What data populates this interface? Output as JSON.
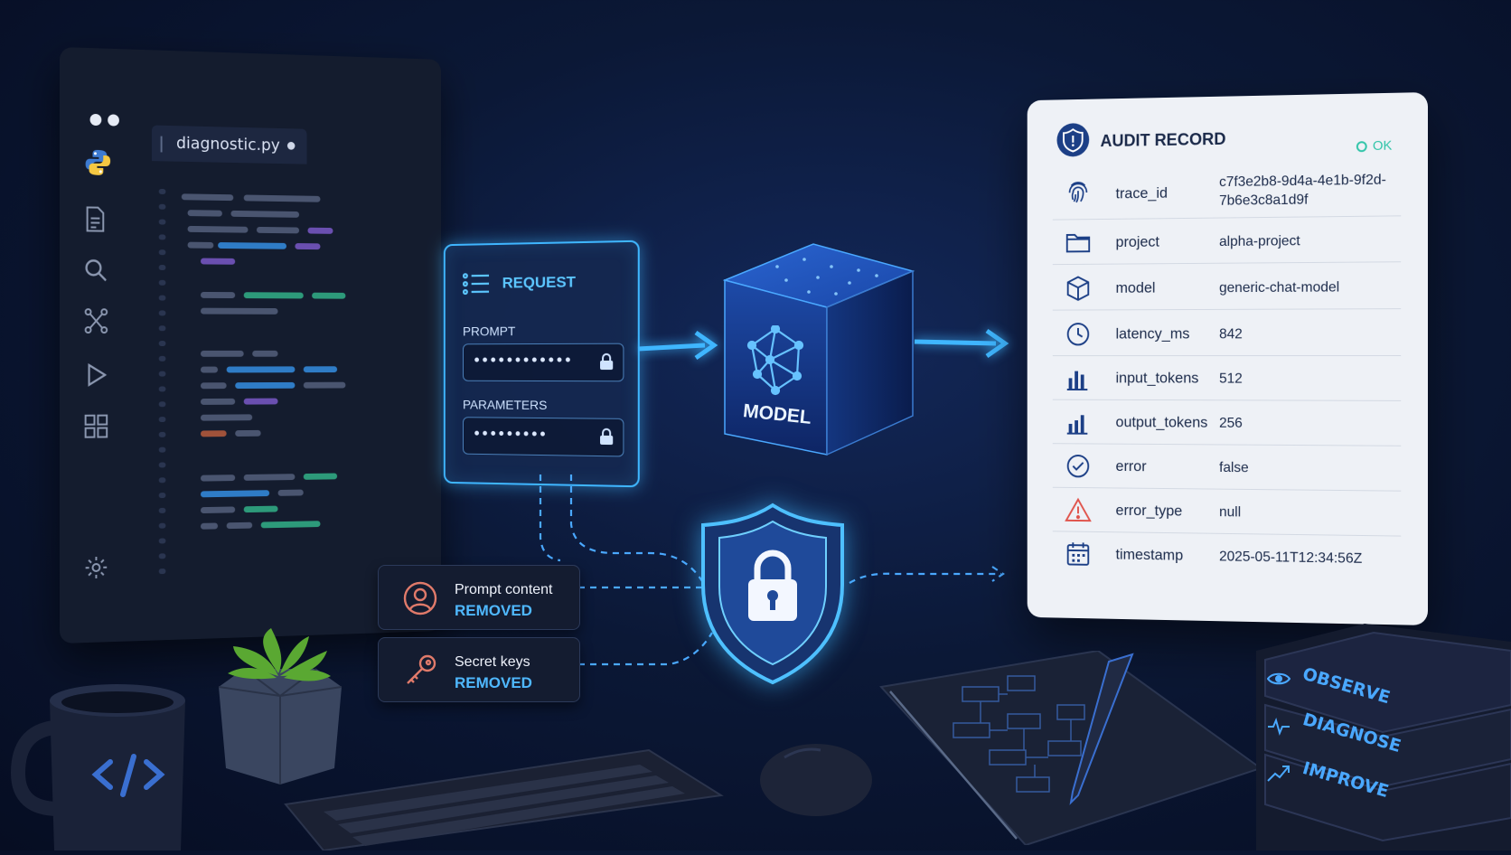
{
  "editor": {
    "tab_label": "diagnostic.py",
    "side_icons": [
      "python-logo-icon",
      "file-icon",
      "search-icon",
      "source-control-icon",
      "run-icon",
      "extensions-icon",
      "settings-icon"
    ]
  },
  "request": {
    "title": "REQUEST",
    "prompt_label": "PROMPT",
    "prompt_value": "••••••••••••",
    "parameters_label": "PARAMETERS",
    "parameters_value": "•••••••••"
  },
  "model": {
    "label": "MODEL"
  },
  "removed": [
    {
      "title": "Prompt content",
      "state": "REMOVED",
      "icon": "user-icon"
    },
    {
      "title": "Secret keys",
      "state": "REMOVED",
      "icon": "key-icon"
    }
  ],
  "audit": {
    "title": "AUDIT RECORD",
    "status": "OK",
    "rows": [
      {
        "key": "trace_id",
        "value": "c7f3e2b8-9d4a-4e1b-9f2d-7b6e3c8a1d9f",
        "icon": "fingerprint-icon"
      },
      {
        "key": "project",
        "value": "alpha-project",
        "icon": "folder-icon"
      },
      {
        "key": "model",
        "value": "generic-chat-model",
        "icon": "cube-icon"
      },
      {
        "key": "latency_ms",
        "value": "842",
        "icon": "clock-icon"
      },
      {
        "key": "input_tokens",
        "value": "512",
        "icon": "bar-chart-icon"
      },
      {
        "key": "output_tokens",
        "value": "256",
        "icon": "bar-chart-icon"
      },
      {
        "key": "error",
        "value": "false",
        "icon": "check-circle-icon"
      },
      {
        "key": "error_type",
        "value": "null",
        "icon": "warning-icon"
      },
      {
        "key": "timestamp",
        "value": "2025-05-11T12:34:56Z",
        "icon": "calendar-icon"
      }
    ]
  },
  "books": [
    "OBSERVE",
    "DIAGNOSE",
    "IMPROVE"
  ],
  "colors": {
    "accent": "#3fb6ff",
    "ok": "#2fc4a8",
    "warning": "#e0524a",
    "background": "#0b1836"
  }
}
